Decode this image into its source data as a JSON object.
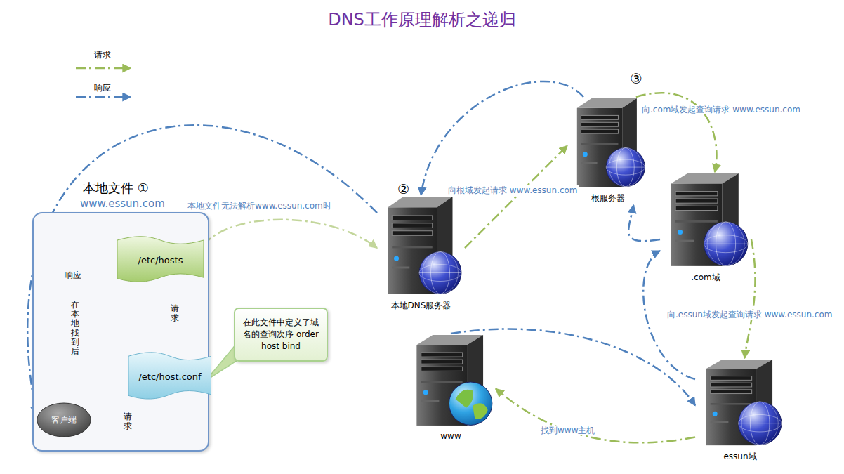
{
  "diagram": {
    "title": "DNS工作原理解析之递归",
    "nodes": [
      {
        "text": [
          "本地文件 ①",
          "www.essun.com"
        ]
      },
      {
        "text": [
          "/etc/hosts"
        ],
        "in": 0
      },
      {
        "text": [
          "/etc/host.conf"
        ],
        "in": 0
      },
      {
        "text": [
          "客户端"
        ],
        "in": 0
      },
      {
        "text": [
          "在此文件中定义了域名的查询次序 order host bind"
        ]
      },
      {
        "text": [
          "本地DNS服务器"
        ]
      },
      {
        "text": [
          "根服务器"
        ]
      },
      {
        "text": [
          ".com域"
        ]
      },
      {
        "text": [
          "www"
        ]
      },
      {
        "text": [
          "essun域"
        ]
      }
    ],
    "edges": [
      {
        "from": 3,
        "to": 2,
        "arrow": "to",
        "label": "请求"
      },
      {
        "from": 2,
        "to": 1,
        "arrow": "to",
        "label": "请求"
      },
      {
        "from": 1,
        "to": 3,
        "arrow": "to",
        "label": "响应"
      },
      {
        "from": 1,
        "to": 5,
        "arrow": "to",
        "label": "本地文件无法解析www.essun.com时"
      },
      {
        "from": 5,
        "to": 6,
        "arrow": "to",
        "label": "向根域发起请求 www.essun.com"
      },
      {
        "from": 6,
        "to": 5,
        "arrow": "to"
      },
      {
        "from": 6,
        "to": 7,
        "arrow": "to",
        "label": "向.com域发起查询请求 www.essun.com"
      },
      {
        "from": 7,
        "to": 6,
        "arrow": "to"
      },
      {
        "from": 7,
        "to": 9,
        "arrow": "to",
        "label": "向.essun域发起查询请求 www.essun.com"
      },
      {
        "from": 9,
        "to": 7,
        "arrow": "to"
      },
      {
        "from": 9,
        "to": 8,
        "arrow": "to",
        "label": "找到www主机"
      },
      {
        "from": 8,
        "to": 9,
        "arrow": "to"
      },
      {
        "from": 5,
        "to": 3,
        "arrow": "to"
      }
    ],
    "labels": [
      "②",
      "③",
      "在本地找到后"
    ],
    "legend": [
      {
        "text": "请求"
      },
      {
        "text": "响应"
      }
    ]
  }
}
